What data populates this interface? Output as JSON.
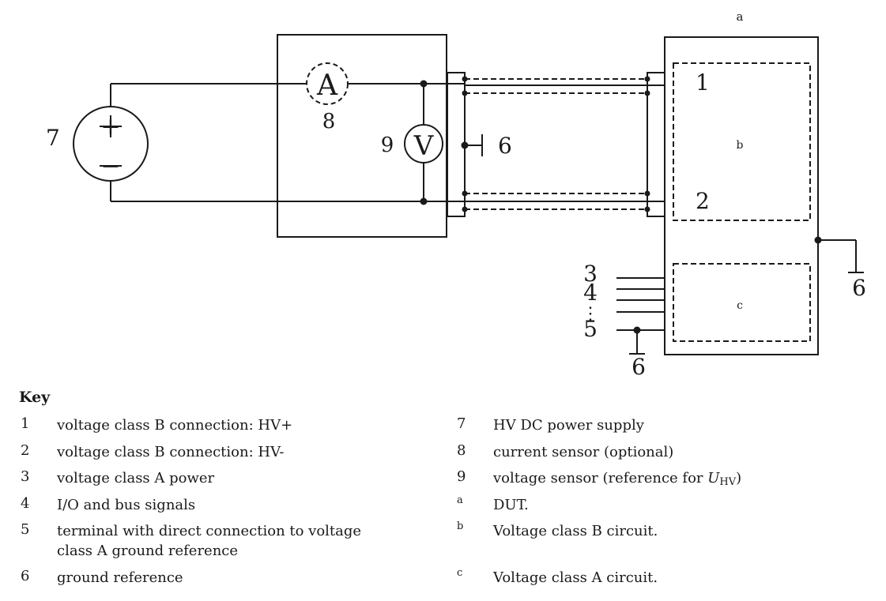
{
  "diagram": {
    "labels": {
      "supply": "7",
      "plus": "+",
      "minus": "−",
      "ammeter": "A",
      "ammeter_num": "8",
      "voltmeter": "V",
      "voltmeter_num": "9",
      "ground_mid": "6",
      "dut": "a",
      "hv_plus": "1",
      "hv_minus": "2",
      "circuit_b": "b",
      "circuit_c": "c",
      "lv_3": "3",
      "lv_4": "4",
      "lv_dots": "⋮",
      "lv_5": "5",
      "ground_bottom": "6",
      "ground_right": "6"
    }
  },
  "key": {
    "title": "Key",
    "left": [
      {
        "num": "1",
        "text": "voltage class B connection: HV+"
      },
      {
        "num": "2",
        "text": "voltage class B connection: HV-"
      },
      {
        "num": "3",
        "text": "voltage class A power"
      },
      {
        "num": "4",
        "text": "I/O and bus signals"
      },
      {
        "num": "5",
        "text": "terminal with direct connection to voltage class A ground reference"
      },
      {
        "num": "6",
        "text": "ground reference"
      }
    ],
    "right": [
      {
        "num": "7",
        "text": "HV DC power supply"
      },
      {
        "num": "8",
        "text": "current sensor (optional)"
      },
      {
        "num": "9",
        "text_prefix": "voltage sensor (reference for ",
        "symbol": "U",
        "subscript": "HV",
        "text_suffix": ")"
      },
      {
        "num": "a",
        "text": "DUT."
      },
      {
        "num": "b",
        "text": "Voltage class B circuit."
      },
      {
        "num": "c",
        "text": "Voltage class A circuit."
      }
    ]
  }
}
